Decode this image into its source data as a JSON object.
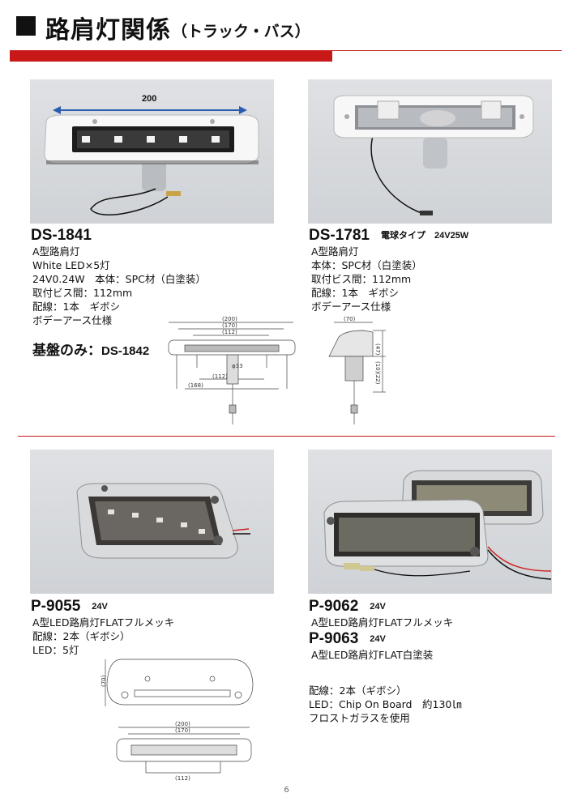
{
  "header": {
    "title": "路肩灯関係",
    "subtitle": "（トラック・バス）"
  },
  "products": [
    {
      "code": "DS-1841",
      "voltage": "",
      "photo_dimension": "200",
      "specs": [
        "A型路肩灯",
        "White LED×5灯",
        "24V0.24W　本体：SPC材（白塗装）",
        "取付ビス間：112mm",
        "配線：1本　ギボシ",
        "ボデーアース仕様"
      ],
      "base_only": {
        "label": "基盤のみ：",
        "code": "DS-1842"
      },
      "drawing_dims": [
        "(200)",
        "(170)",
        "(112)",
        "(112)",
        "(168)",
        "φ33"
      ]
    },
    {
      "code": "DS-1781",
      "voltage": "電球タイプ　24V25W",
      "specs": [
        "A型路肩灯",
        "本体：SPC材（白塗装）",
        "取付ビス間：112mm",
        "配線：1本　ギボシ",
        "ボデーアース仕様"
      ],
      "drawing_dims": [
        "(70)",
        "(47)",
        "(10)",
        "(22)"
      ]
    },
    {
      "code": "P-9055",
      "voltage": "24V",
      "specs": [
        "A型LED路肩灯FLATフルメッキ",
        "配線：2本（ギボシ）",
        "LED：5灯"
      ],
      "drawing_dims": [
        "(70)",
        "(200)",
        "(170)",
        "(112)"
      ]
    },
    {
      "code": "P-9062",
      "voltage": "24V",
      "specs": [
        "A型LED路肩灯FLATフルメッキ"
      ]
    },
    {
      "code": "P-9063",
      "voltage": "24V",
      "specs": [
        "A型LED路肩灯FLAT白塗装"
      ],
      "shared_specs": [
        "配線：2本（ギボシ）",
        "LED：Chip On Board　約130㏐",
        "フロストガラスを使用"
      ]
    }
  ],
  "page_number": "6",
  "colors": {
    "accent": "#c81818",
    "arrow": "#2a5db0"
  }
}
